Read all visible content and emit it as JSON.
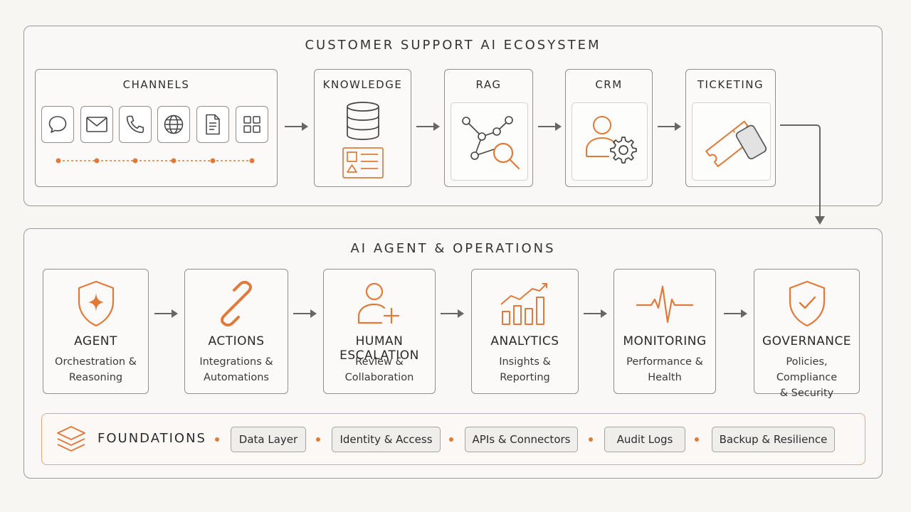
{
  "ecosystem": {
    "title": "CUSTOMER SUPPORT AI ECOSYSTEM",
    "channels": {
      "title": "CHANNELS",
      "icons": [
        "chat-icon",
        "mail-icon",
        "phone-icon",
        "globe-icon",
        "document-icon",
        "grid-icon"
      ]
    },
    "knowledge": {
      "title": "KNOWLEDGE",
      "icons": [
        "database-icon",
        "knowledge-card-icon"
      ]
    },
    "rag": {
      "title": "RAG",
      "icons": [
        "graph-search-icon"
      ]
    },
    "crm": {
      "title": "CRM",
      "icons": [
        "user-gear-icon"
      ]
    },
    "ticketing": {
      "title": "TICKETING",
      "icons": [
        "ticket-icon"
      ]
    }
  },
  "operations": {
    "title": "AI AGENT & OPERATIONS",
    "cards": [
      {
        "title": "AGENT",
        "line1": "Orchestration &",
        "line2": "Reasoning",
        "icon": "shield-star-icon"
      },
      {
        "title": "ACTIONS",
        "line1": "Integrations &",
        "line2": "Automations",
        "icon": "link-icon"
      },
      {
        "title": "HUMAN ESCALATION",
        "line1": "Review &",
        "line2": "Collaboration",
        "icon": "user-add-icon"
      },
      {
        "title": "ANALYTICS",
        "line1": "Insights &",
        "line2": "Reporting",
        "icon": "bar-chart-icon"
      },
      {
        "title": "MONITORING",
        "line1": "Performance &",
        "line2": "Health",
        "icon": "pulse-icon"
      },
      {
        "title": "GOVERNANCE",
        "line1": "Policies, Compliance",
        "line2": "& Security",
        "icon": "shield-check-icon"
      }
    ],
    "foundations": {
      "label": "FOUNDATIONS",
      "icon": "layers-icon",
      "items": [
        "Data Layer",
        "Identity & Access",
        "APIs & Connectors",
        "Audit Logs",
        "Backup & Resilience"
      ]
    }
  },
  "colors": {
    "accent": "#e07a3a",
    "stroke": "#555555",
    "border": "#8f8f8f"
  }
}
